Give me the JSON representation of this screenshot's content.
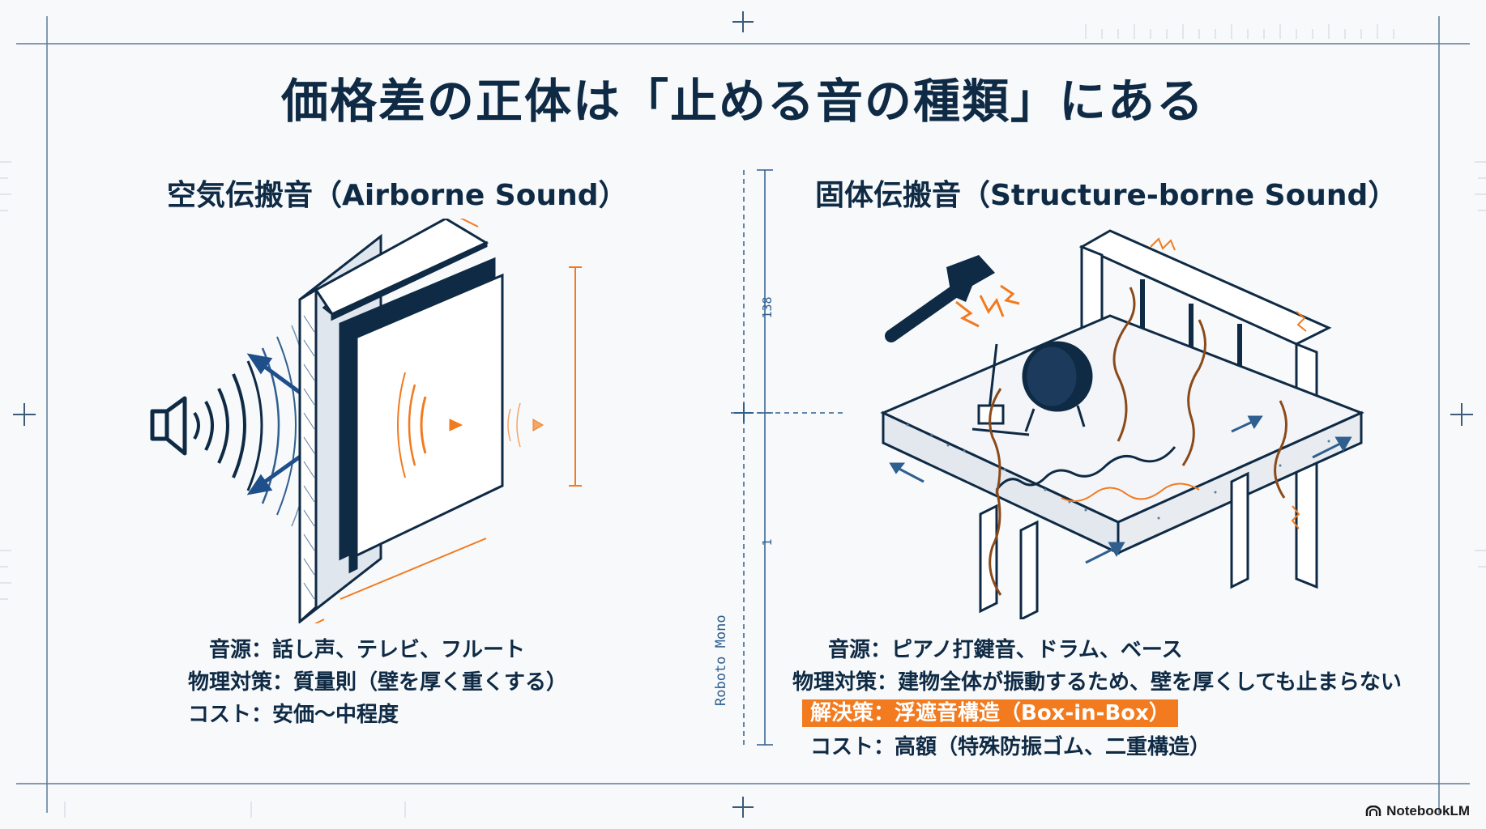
{
  "title": "価格差の正体は「止める音の種類」にある",
  "left": {
    "heading": "空気伝搬音（Airborne Sound）",
    "lines": [
      "音源：話し声、テレビ、フルート",
      "物理対策：質量則（壁を厚く重くする）",
      "コスト：安価〜中程度"
    ]
  },
  "right": {
    "heading": "固体伝搬音（Structure-borne Sound）",
    "lines": [
      "音源：ピアノ打鍵音、ドラム、ベース",
      "物理対策：建物全体が振動するため、壁を厚くしても止まらない",
      "解決策：浮遮音構造（Box-in-Box）",
      "コスト：高額（特殊防振ゴム、二重構造）"
    ]
  },
  "dimension": {
    "vertical_label": "Roboto Mono",
    "upper_value": "138",
    "lower_value": "1"
  },
  "brand": "NotebookLM",
  "colors": {
    "navy": "#0f2a44",
    "blue": "#2f5f8f",
    "orange": "#f27a1f",
    "background": "#f7f9fb"
  }
}
